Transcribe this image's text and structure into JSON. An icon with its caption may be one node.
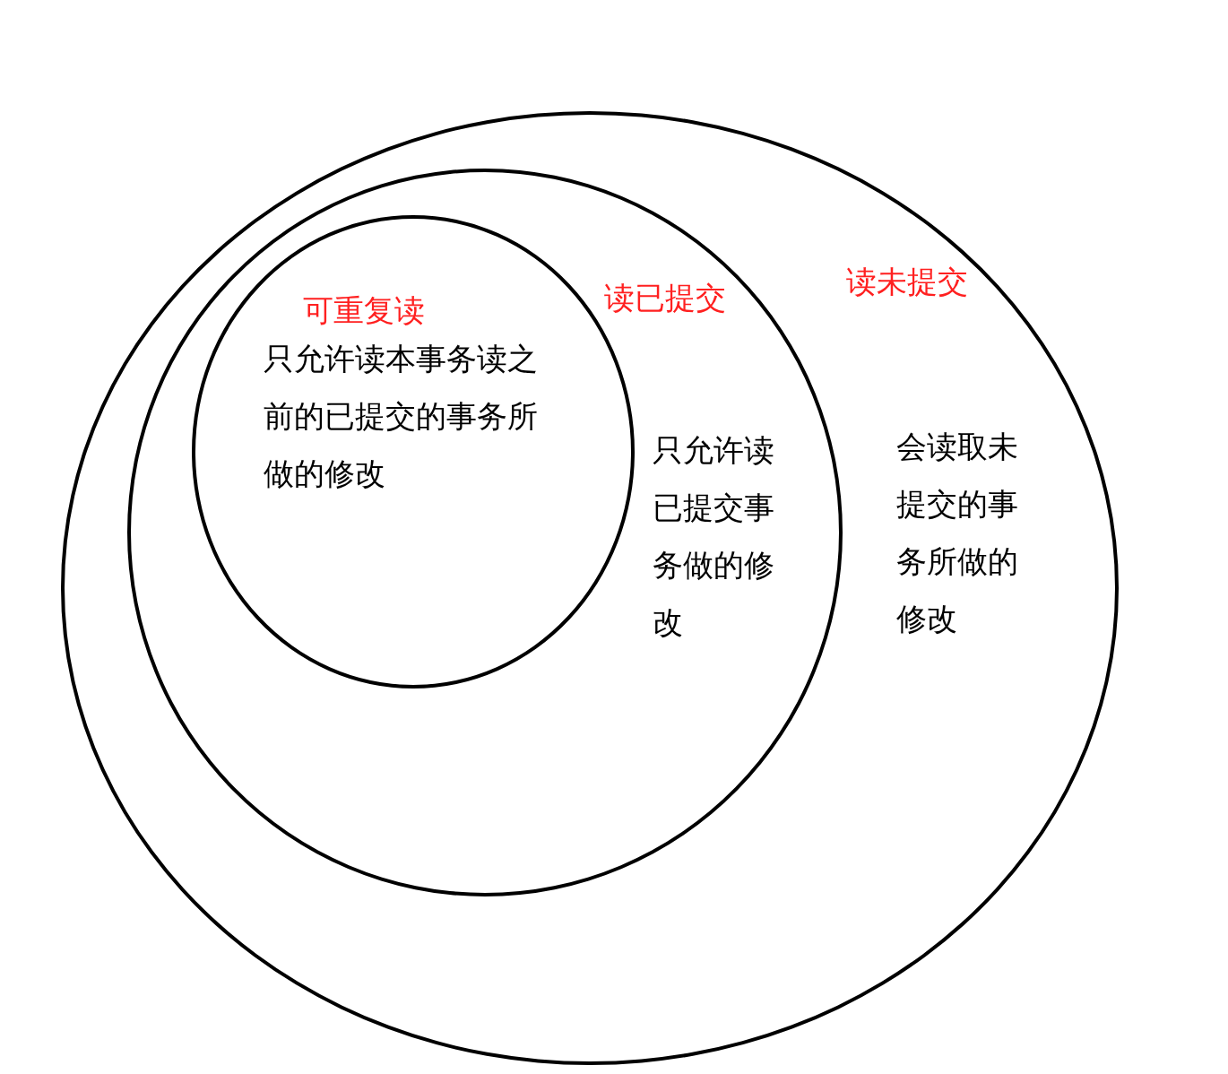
{
  "diagram": {
    "nodes": [
      {
        "text": [
          "读未提交",
          "会读取未提交的事务所做的修改"
        ]
      },
      {
        "text": [
          "读已提交",
          "只允许读已提交事务做的修改"
        ],
        "in": 0
      },
      {
        "text": [
          "可重复读",
          "只允许读本事务读之前的已提交的事务所做的修改"
        ],
        "in": 1
      }
    ]
  }
}
